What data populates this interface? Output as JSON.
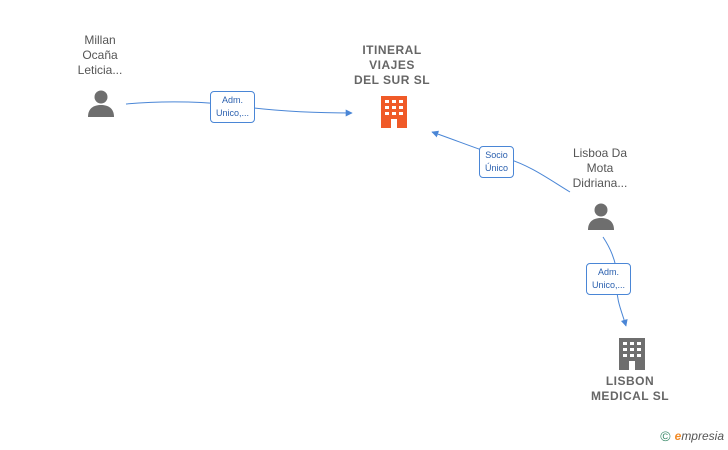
{
  "nodes": {
    "person_millan": {
      "label_lines": [
        "Millan",
        "Ocaña",
        "Leticia..."
      ]
    },
    "company_itineral": {
      "label_lines": [
        "ITINERAL",
        "VIAJES",
        "DEL SUR  SL"
      ],
      "color": "#f05a28"
    },
    "person_lisboa": {
      "label_lines": [
        "Lisboa Da",
        "Mota",
        "Didriana..."
      ]
    },
    "company_lisbon": {
      "label_lines": [
        "LISBON",
        "MEDICAL  SL"
      ],
      "color": "#6e6e6e"
    }
  },
  "edges": {
    "millan_to_itineral": {
      "label_lines": [
        "Adm.",
        "Unico,..."
      ]
    },
    "lisboa_to_itineral": {
      "label_lines": [
        "Socio",
        "Único"
      ]
    },
    "lisboa_to_lisbon": {
      "label_lines": [
        "Adm.",
        "Unico,..."
      ]
    }
  },
  "colors": {
    "edge": "#4a86d6",
    "person_icon": "#6e6e6e"
  },
  "footer": {
    "copyright": "©",
    "brand_initial": "e",
    "brand_rest": "mpresia"
  }
}
